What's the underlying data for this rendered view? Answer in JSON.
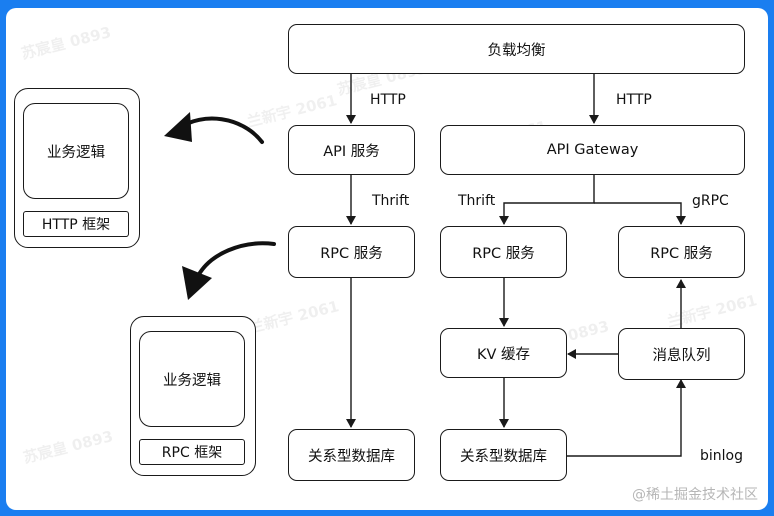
{
  "nodes": {
    "load_balancer": "负载均衡",
    "api_service": "API 服务",
    "api_gateway": "API Gateway",
    "rpc_service_left": "RPC 服务",
    "rpc_service_mid": "RPC 服务",
    "rpc_service_right": "RPC 服务",
    "kv_cache": "KV 缓存",
    "message_queue": "消息队列",
    "db_left": "关系型数据库",
    "db_right": "关系型数据库"
  },
  "edge_labels": {
    "http_left": "HTTP",
    "http_right": "HTTP",
    "thrift_left": "Thrift",
    "thrift_mid": "Thrift",
    "grpc": "gRPC",
    "binlog": "binlog"
  },
  "side_panels": {
    "top": {
      "inner": "业务逻辑",
      "framework": "HTTP 框架"
    },
    "bottom": {
      "inner": "业务逻辑",
      "framework": "RPC 框架"
    }
  },
  "watermark": {
    "text_a": "苏宸皇 0893",
    "text_b": "兰新宇 2061"
  },
  "brand": "@稀土掘金技术社区",
  "colors": {
    "frame": "#1a7ef0",
    "stroke": "#1a1a1a"
  }
}
